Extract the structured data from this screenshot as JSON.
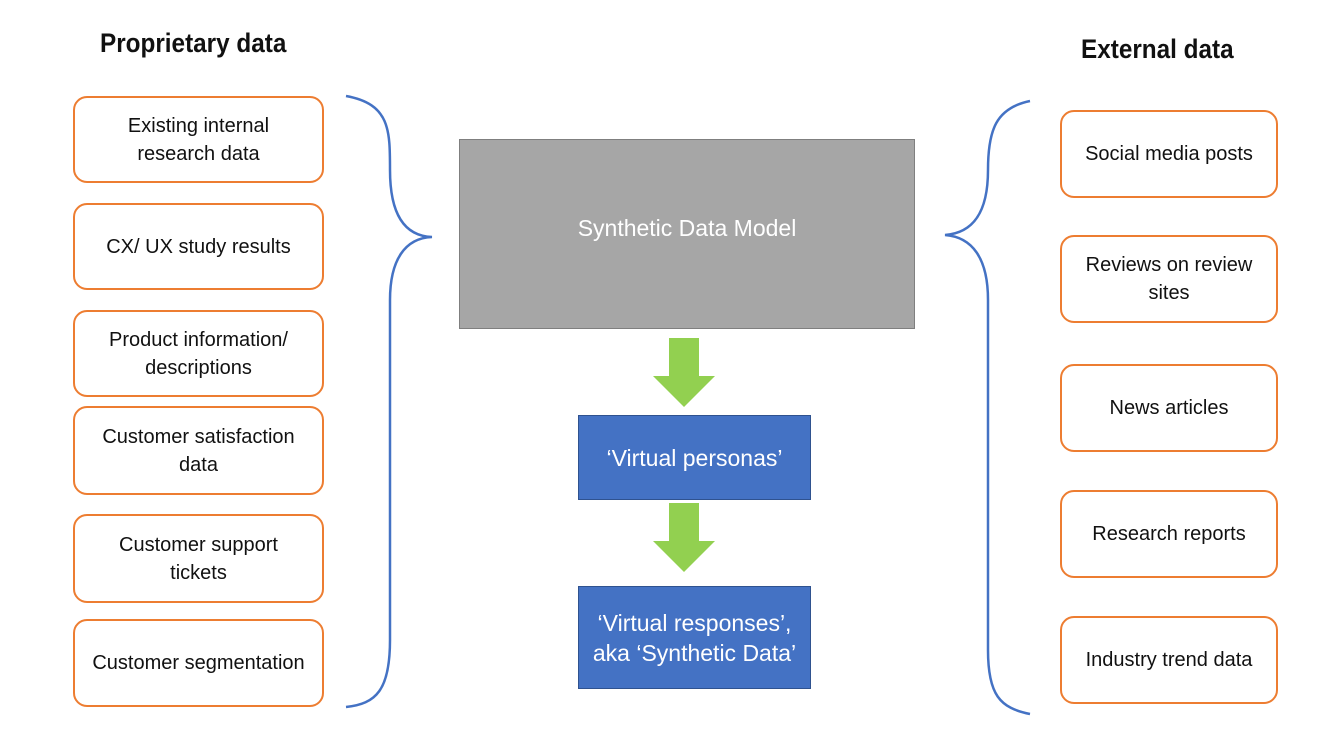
{
  "headings": {
    "proprietary": "Proprietary data",
    "external": "External data"
  },
  "proprietary_sources": [
    "Existing internal research data",
    "CX/ UX study results",
    "Product information/ descriptions",
    "Customer satisfaction data",
    "Customer support tickets",
    "Customer segmentation"
  ],
  "external_sources": [
    "Social media posts",
    "Reviews on review sites",
    "News articles",
    "Research reports",
    "Industry trend data"
  ],
  "model": {
    "label": "Synthetic Data Model"
  },
  "outputs": {
    "personas": "‘Virtual personas’",
    "responses": "‘Virtual responses’, aka ‘Synthetic Data’"
  },
  "colors": {
    "source_border": "#ED7D31",
    "model_fill": "#A6A6A6",
    "output_fill": "#4472C4",
    "arrow_fill": "#92D050",
    "brace_stroke": "#4472C4"
  }
}
